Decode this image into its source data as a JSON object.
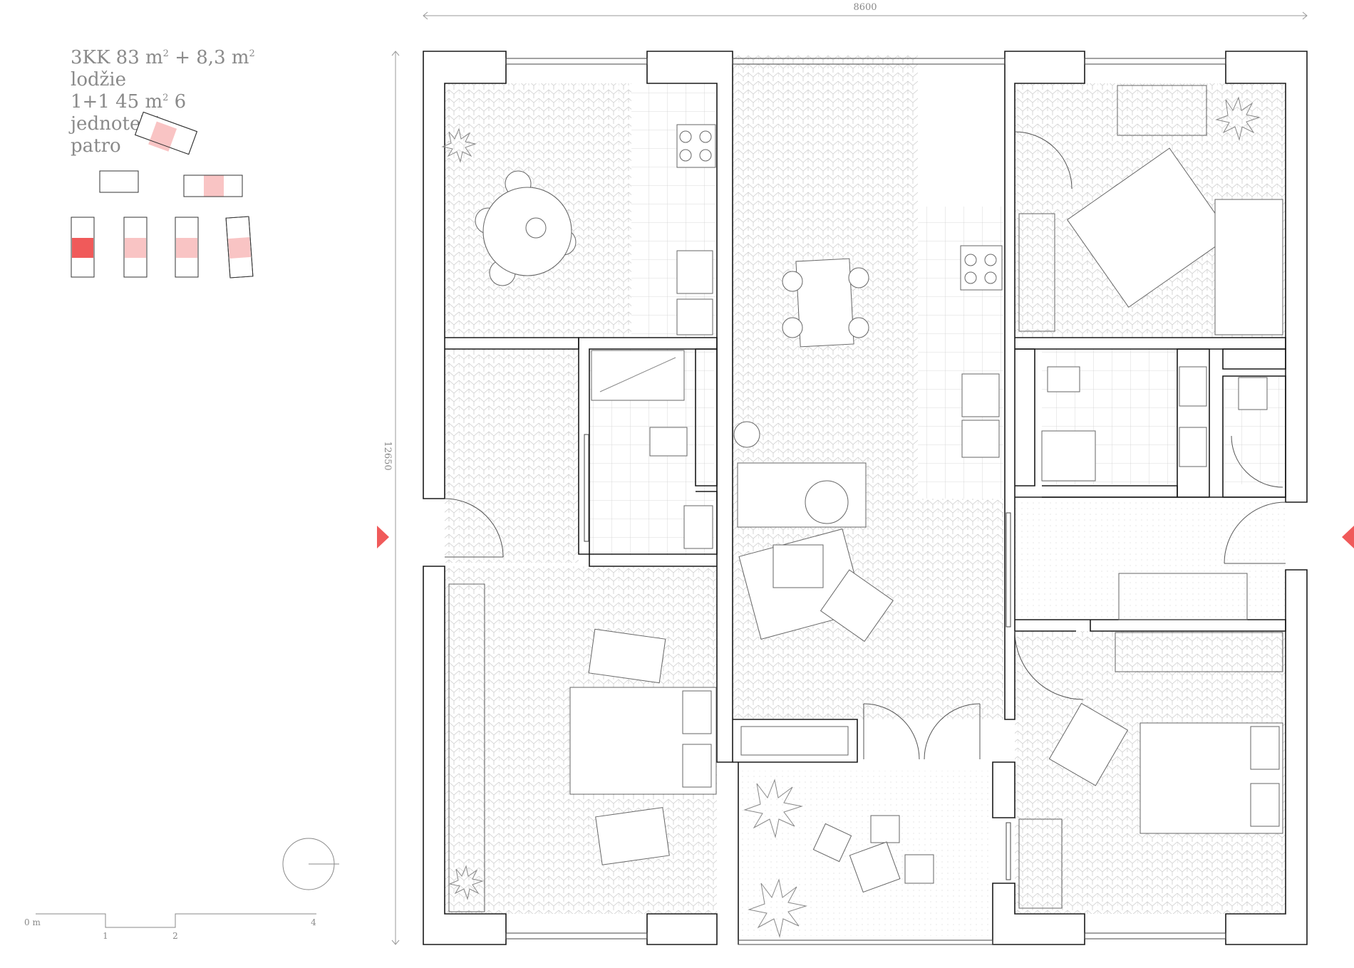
{
  "title": {
    "line1_a": "3KK 83 m",
    "line1_sup1": "2",
    "line1_b": " + 8,3 m",
    "line1_sup2": "2",
    "line2": "lodžie",
    "line3_a": "1+1 45 m",
    "line3_sup": "2",
    "line3_b": "  6 jednotek/",
    "line4": "patro"
  },
  "dimensions": {
    "width": "8600",
    "height": "12650"
  },
  "scale_bar": {
    "label_0": "0 m",
    "label_1": "1",
    "label_2": "2",
    "label_4": "4"
  },
  "colors": {
    "accent_red": "#f05a5a",
    "highlight_pink": "#f9c4c4",
    "wall": "#1a1a1a",
    "pattern": "#c8c8c8"
  },
  "icons": {
    "entrance_marker": "triangle-arrow",
    "north_symbol": "circle-with-line"
  }
}
